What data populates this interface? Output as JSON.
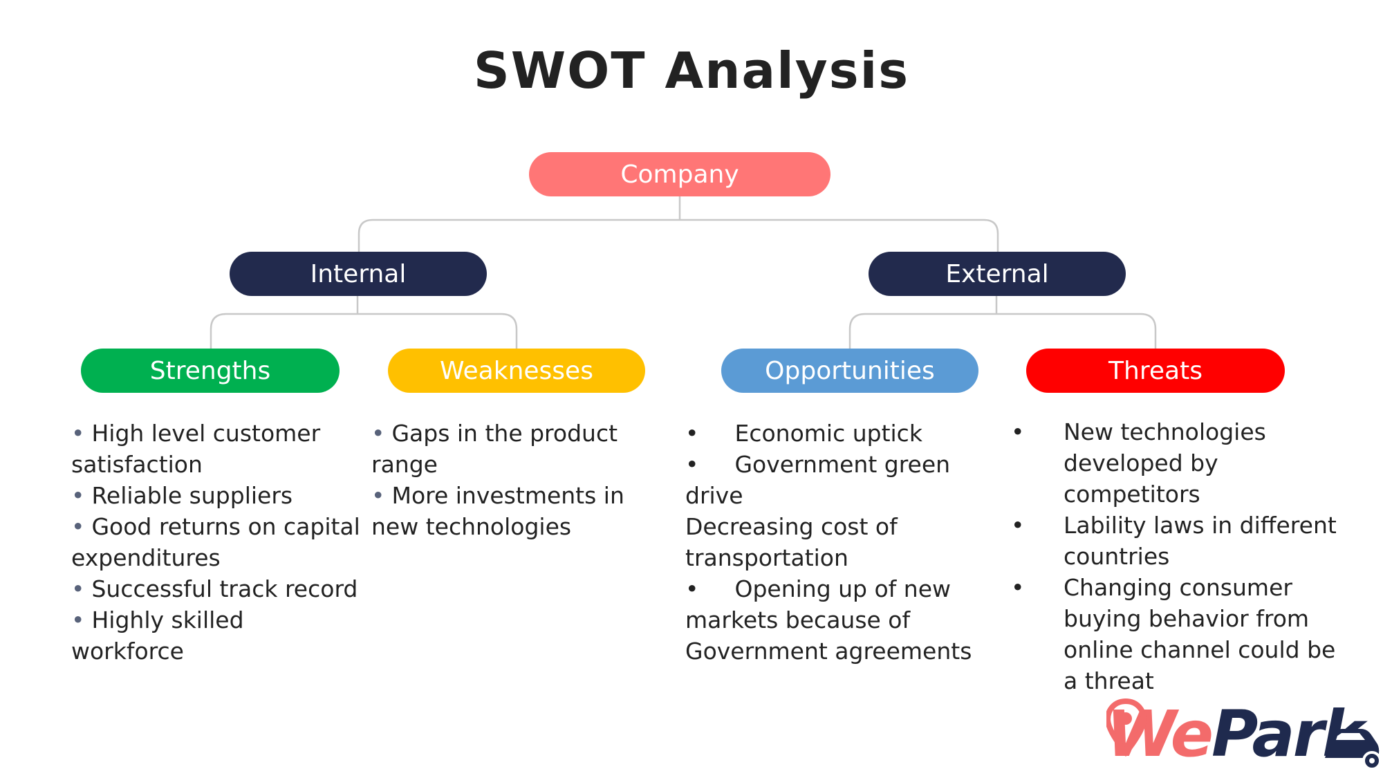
{
  "title": "SWOT Analysis",
  "colors": {
    "company": "#ff7676",
    "internal": "#222a4d",
    "external": "#222a4d",
    "strengths": "#00b050",
    "weaknesses": "#ffc000",
    "opportunities": "#5b9bd5",
    "threats": "#ff0000",
    "connector": "#c8c8c8"
  },
  "root": {
    "label": "Company"
  },
  "groups": {
    "internal": {
      "label": "Internal"
    },
    "external": {
      "label": "External"
    }
  },
  "categories": {
    "strengths": {
      "label": "Strengths",
      "items": [
        "High level customer satisfaction",
        "Reliable suppliers",
        "Good returns on capital expenditures",
        "Successful track record",
        "Highly skilled workforce"
      ]
    },
    "weaknesses": {
      "label": "Weaknesses",
      "items": [
        "Gaps in the product range",
        "More investments in new technologies"
      ]
    },
    "opportunities": {
      "label": "Opportunities",
      "items": [
        "Economic uptick",
        "Government green drive",
        "Decreasing cost of transportation",
        "Opening up of new markets because of Government agreements"
      ]
    },
    "threats": {
      "label": "Threats",
      "items": [
        "New technologies developed by competitors",
        "Lability laws in different countries",
        "Changing consumer buying behavior from online channel could be a threat"
      ]
    }
  },
  "logo": {
    "text_a": "We",
    "text_b": "Park",
    "icons": [
      "map-pin-icon",
      "car-icon"
    ]
  }
}
